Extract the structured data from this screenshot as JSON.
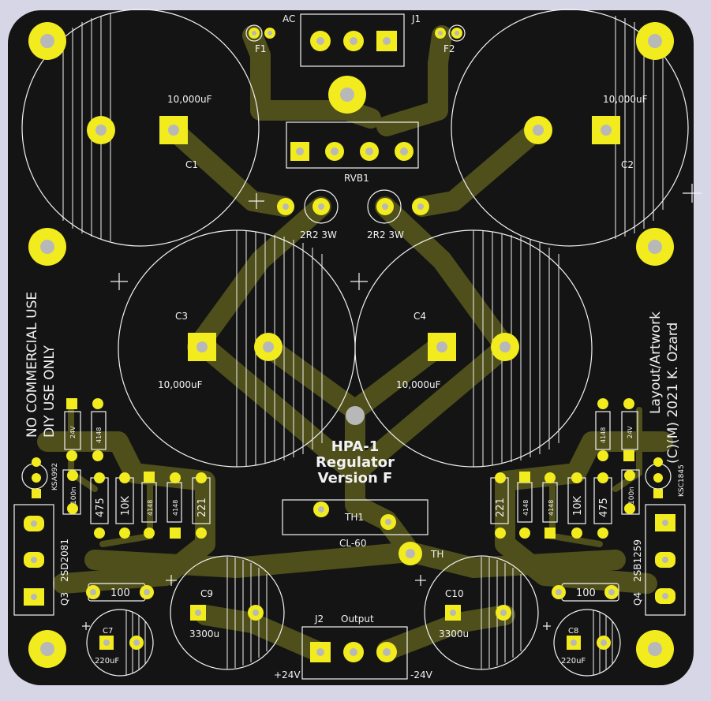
{
  "colors": {
    "background": "#d6d6e6",
    "board": "#141414",
    "copper": "#5a5a1e",
    "pad": "#f2ec1e",
    "hole": "#b8b8b8",
    "silkscreen": "#f2f2f2"
  },
  "labels": {
    "ac": "AC",
    "j1": "J1",
    "f1": "F1",
    "f2": "F2",
    "c1_value": "10,000uF",
    "c1_ref": "C1",
    "c2_value": "10,000uF",
    "c2_ref": "C2",
    "rvb1": "RVB1",
    "r_left": "2R2 3W",
    "r_right": "2R2 3W",
    "c3_ref": "C3",
    "c3_value": "10,000uF",
    "c4_ref": "C4",
    "c4_value": "10,000uF",
    "no_commercial": "NO COMMERCIAL USE",
    "diy_only": "DIY USE ONLY",
    "layout": "Layout/Artwork",
    "copyright": "(C)(M) 2021 K. Ozard",
    "title_line1": "HPA-1",
    "title_line2": "Regulator",
    "title_line3": "Version F",
    "th1": "TH1",
    "cl60": "CL-60",
    "th": "TH",
    "c9_ref": "C9",
    "c9_value": "3300u",
    "c10_ref": "C10",
    "c10_value": "3300u",
    "c7_ref": "C7",
    "c7_value": "220uF",
    "c8_ref": "C8",
    "c8_value": "220uF",
    "j2": "J2",
    "output": "Output",
    "plus24": "+24V",
    "minus24": "-24V",
    "q3": "Q3",
    "q3_part": "2SD2081",
    "q4": "Q4",
    "q4_part": "2SB1259",
    "ksa": "KSA992",
    "ksc": "KSC1845",
    "r100_left": "100",
    "r100_right": "100",
    "left_100n": "100n",
    "left_475": "475",
    "left_10k": "10K",
    "left_4148a": "4148",
    "left_4148b": "4148",
    "left_221": "221",
    "left_24v": "24V",
    "left_4148c": "4148",
    "right_221": "221",
    "right_4148a": "4148",
    "right_4148b": "4148",
    "right_10k": "10K",
    "right_475": "475",
    "right_100n": "100n",
    "right_24v": "24V",
    "right_4148c": "4148"
  }
}
